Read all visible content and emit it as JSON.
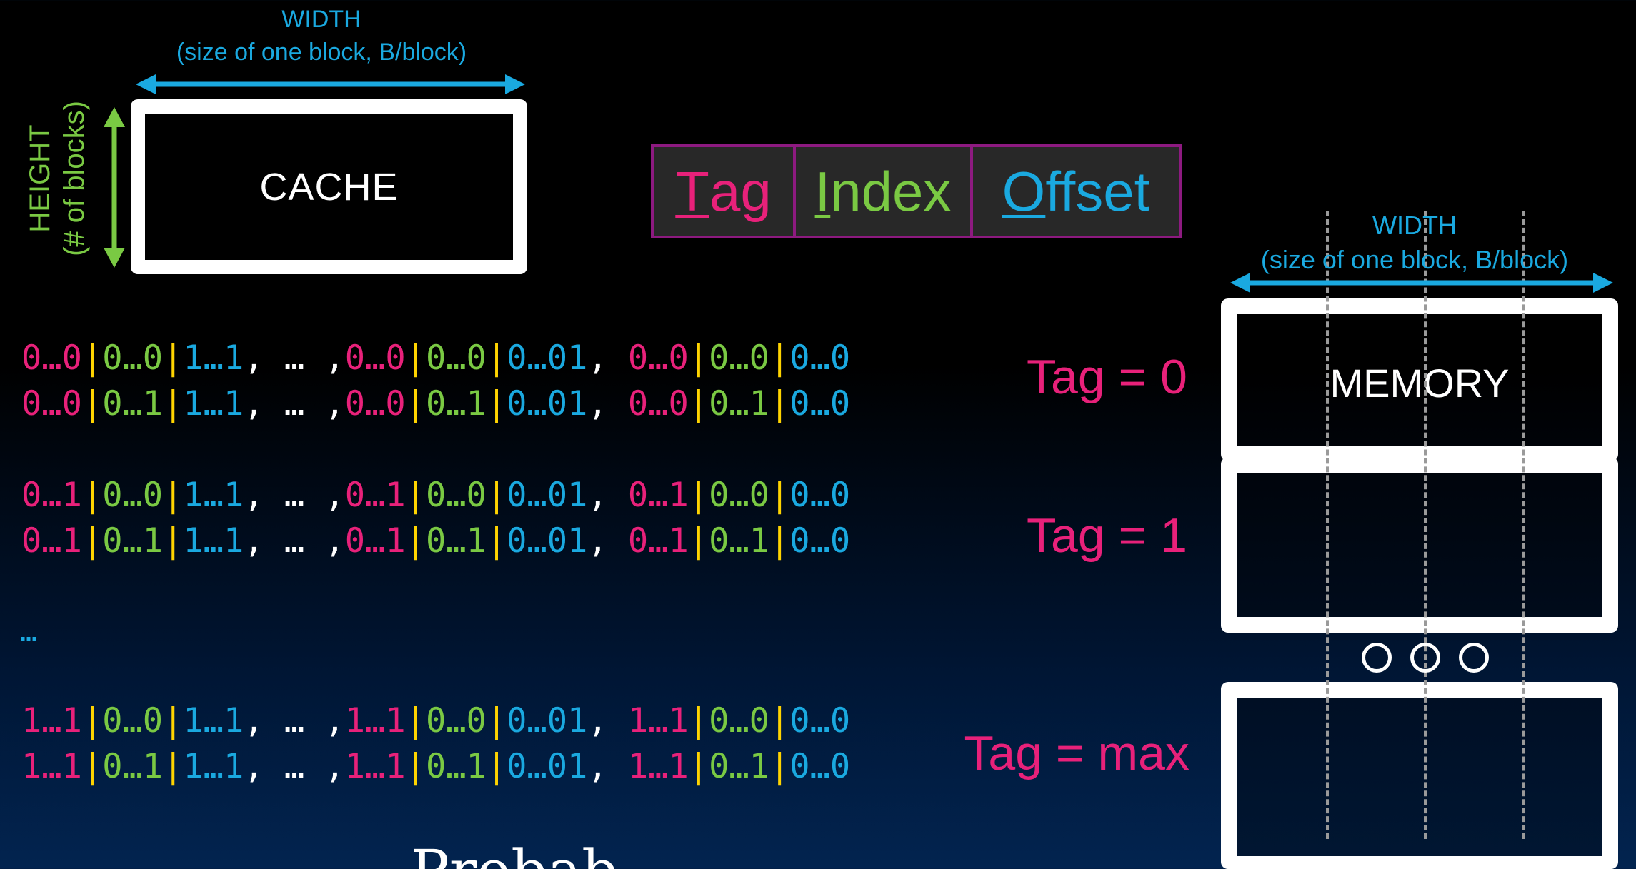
{
  "cache": {
    "width_line1": "WIDTH",
    "width_line2": "(size of one block, B/block)",
    "height_line1": "HEIGHT",
    "height_line2": "(# of blocks)",
    "label": "CACHE"
  },
  "address": {
    "tag_first": "T",
    "tag_rest": "ag",
    "index_first": "I",
    "index_rest": "ndex",
    "offset_first": "O",
    "offset_rest": "ffset"
  },
  "rows": [
    [
      [
        "t",
        "0…0"
      ],
      [
        "s",
        "|"
      ],
      [
        "i",
        "0…0"
      ],
      [
        "s",
        "|"
      ],
      [
        "o",
        "1…1"
      ],
      [
        "w",
        ", … ,"
      ],
      [
        "t",
        "0…0"
      ],
      [
        "s",
        "|"
      ],
      [
        "i",
        "0…0"
      ],
      [
        "s",
        "|"
      ],
      [
        "o",
        "0…01"
      ],
      [
        "w",
        ", "
      ],
      [
        "t",
        "0…0"
      ],
      [
        "s",
        "|"
      ],
      [
        "i",
        "0…0"
      ],
      [
        "s",
        "|"
      ],
      [
        "o",
        "0…0"
      ]
    ],
    [
      [
        "t",
        "0…0"
      ],
      [
        "s",
        "|"
      ],
      [
        "i",
        "0…1"
      ],
      [
        "s",
        "|"
      ],
      [
        "o",
        "1…1"
      ],
      [
        "w",
        ", … ,"
      ],
      [
        "t",
        "0…0"
      ],
      [
        "s",
        "|"
      ],
      [
        "i",
        "0…1"
      ],
      [
        "s",
        "|"
      ],
      [
        "o",
        "0…01"
      ],
      [
        "w",
        ", "
      ],
      [
        "t",
        "0…0"
      ],
      [
        "s",
        "|"
      ],
      [
        "i",
        "0…1"
      ],
      [
        "s",
        "|"
      ],
      [
        "o",
        "0…0"
      ]
    ],
    [],
    [
      [
        "t",
        "0…1"
      ],
      [
        "s",
        "|"
      ],
      [
        "i",
        "0…0"
      ],
      [
        "s",
        "|"
      ],
      [
        "o",
        "1…1"
      ],
      [
        "w",
        ", … ,"
      ],
      [
        "t",
        "0…1"
      ],
      [
        "s",
        "|"
      ],
      [
        "i",
        "0…0"
      ],
      [
        "s",
        "|"
      ],
      [
        "o",
        "0…01"
      ],
      [
        "w",
        ", "
      ],
      [
        "t",
        "0…1"
      ],
      [
        "s",
        "|"
      ],
      [
        "i",
        "0…0"
      ],
      [
        "s",
        "|"
      ],
      [
        "o",
        "0…0"
      ]
    ],
    [
      [
        "t",
        "0…1"
      ],
      [
        "s",
        "|"
      ],
      [
        "i",
        "0…1"
      ],
      [
        "s",
        "|"
      ],
      [
        "o",
        "1…1"
      ],
      [
        "w",
        ", … ,"
      ],
      [
        "t",
        "0…1"
      ],
      [
        "s",
        "|"
      ],
      [
        "i",
        "0…1"
      ],
      [
        "s",
        "|"
      ],
      [
        "o",
        "0…01"
      ],
      [
        "w",
        ", "
      ],
      [
        "t",
        "0…1"
      ],
      [
        "s",
        "|"
      ],
      [
        "i",
        "0…1"
      ],
      [
        "s",
        "|"
      ],
      [
        "o",
        "0…0"
      ]
    ]
  ],
  "rows_bottom": [
    [
      [
        "t",
        "1…1"
      ],
      [
        "s",
        "|"
      ],
      [
        "i",
        "0…0"
      ],
      [
        "s",
        "|"
      ],
      [
        "o",
        "1…1"
      ],
      [
        "w",
        ", … ,"
      ],
      [
        "t",
        "1…1"
      ],
      [
        "s",
        "|"
      ],
      [
        "i",
        "0…0"
      ],
      [
        "s",
        "|"
      ],
      [
        "o",
        "0…01"
      ],
      [
        "w",
        ", "
      ],
      [
        "t",
        "1…1"
      ],
      [
        "s",
        "|"
      ],
      [
        "i",
        "0…0"
      ],
      [
        "s",
        "|"
      ],
      [
        "o",
        "0…0"
      ]
    ],
    [
      [
        "t",
        "1…1"
      ],
      [
        "s",
        "|"
      ],
      [
        "i",
        "0…1"
      ],
      [
        "s",
        "|"
      ],
      [
        "o",
        "1…1"
      ],
      [
        "w",
        ", … ,"
      ],
      [
        "t",
        "1…1"
      ],
      [
        "s",
        "|"
      ],
      [
        "i",
        "0…1"
      ],
      [
        "s",
        "|"
      ],
      [
        "o",
        "0…01"
      ],
      [
        "w",
        ", "
      ],
      [
        "t",
        "1…1"
      ],
      [
        "s",
        "|"
      ],
      [
        "i",
        "0…1"
      ],
      [
        "s",
        "|"
      ],
      [
        "o",
        "0…0"
      ]
    ]
  ],
  "rows_ellipsis": "…",
  "tags": {
    "tag0": "Tag = 0",
    "tag1": "Tag = 1",
    "tagmax": "Tag = max"
  },
  "memory": {
    "width_line1": "WIDTH",
    "width_line2": "(size of one block, B/block)",
    "label": "MEMORY"
  },
  "partial_bottom_text": "Probab",
  "colors": {
    "tag": "#e8217a",
    "index": "#7ac943",
    "offset": "#1aa9e0",
    "separator": "#ffd400",
    "field_border": "#8d1a80"
  }
}
